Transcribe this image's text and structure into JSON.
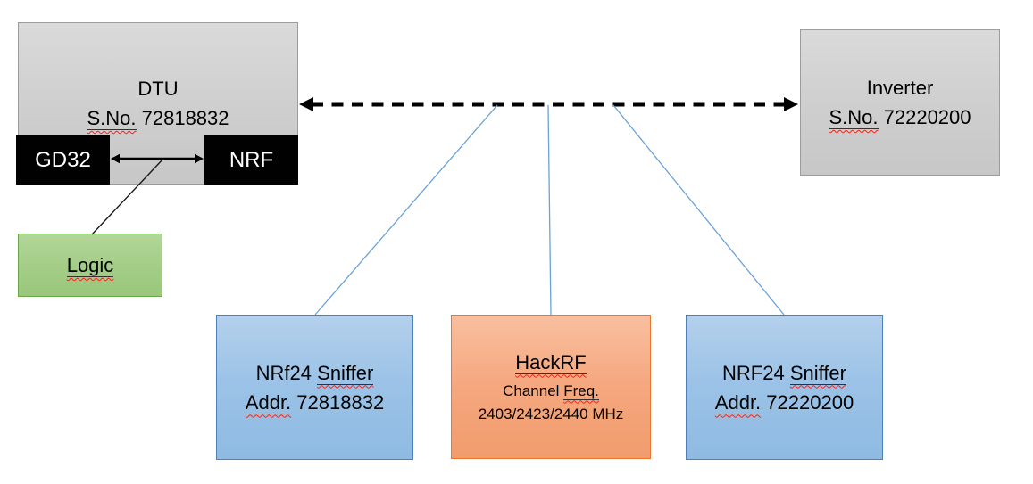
{
  "nodes": {
    "dtu": {
      "title": "DTU",
      "serial_label": "S.No.",
      "serial_value": "72818832"
    },
    "gd32": {
      "label": "GD32"
    },
    "nrf": {
      "label": "NRF"
    },
    "logic": {
      "label": "Logic"
    },
    "inverter": {
      "title": "Inverter",
      "serial_label": "S.No.",
      "serial_value": "72220200"
    },
    "sniffer_left": {
      "title_prefix": "NRf24",
      "title_word": "Sniffer",
      "addr_label": "Addr.",
      "addr_value": "72818832"
    },
    "hackrf": {
      "title": "HackRF",
      "freq_label_prefix": "Channel",
      "freq_label_word": "Freq.",
      "freq_values": "2403/2423/2440 MHz"
    },
    "sniffer_right": {
      "title_prefix": "NRF24",
      "title_word": "Sniffer",
      "addr_label": "Addr.",
      "addr_value": "72220200"
    }
  },
  "connections": [
    {
      "from": "DTU",
      "to": "Inverter",
      "style": "black-dashed-double-arrow"
    },
    {
      "from": "GD32",
      "to": "NRF",
      "style": "black-solid-double-arrow"
    },
    {
      "from": "GD32-NRF link",
      "to": "Logic",
      "style": "thin-black-line"
    },
    {
      "from": "DTU-Inverter radio link",
      "to": "NRf24 Sniffer Addr. 72818832",
      "style": "thin-blue-line"
    },
    {
      "from": "DTU-Inverter radio link",
      "to": "HackRF",
      "style": "thin-blue-line"
    },
    {
      "from": "DTU-Inverter radio link",
      "to": "NRF24 Sniffer Addr. 72220200",
      "style": "thin-blue-line"
    }
  ],
  "colors": {
    "box_gray_fill": "#cecece",
    "box_gray_border": "#9c9c9c",
    "chip_black_fill": "#010101",
    "chip_text": "#ffffff",
    "box_green_fill": "#a3cd86",
    "box_green_border": "#68a74c",
    "box_blue_fill": "#9cc3e7",
    "box_blue_border": "#4d80ba",
    "box_orange_fill": "#f5a77e",
    "box_orange_border": "#e8762c",
    "connector_blue": "#6ba2d8",
    "connector_black": "#000000",
    "spellcheck_red": "#ff2016"
  }
}
